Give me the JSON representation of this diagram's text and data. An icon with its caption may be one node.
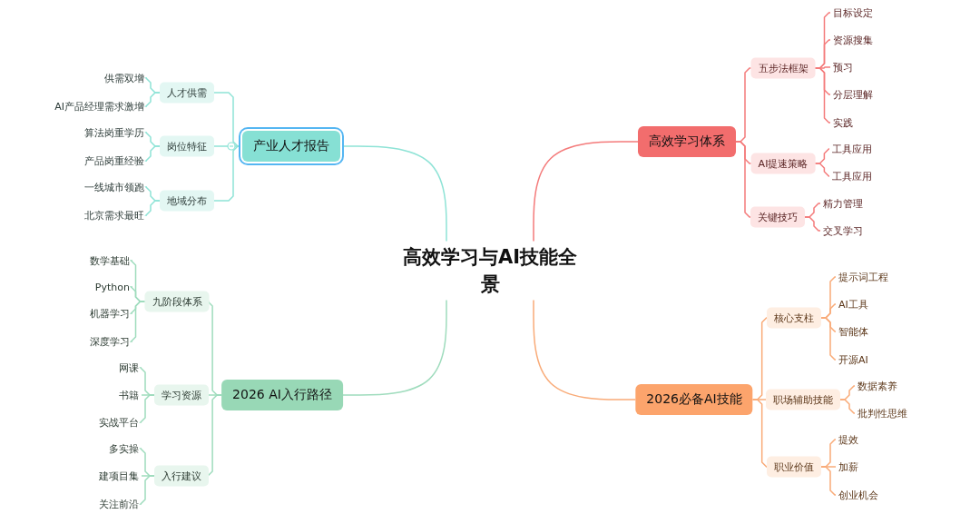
{
  "diagram": {
    "nodes": [
      {
        "text": [
          "高效学习与AI技能全景"
        ]
      },
      {
        "text": [
          "产业人才报告"
        ]
      },
      {
        "text": [
          "人才供需"
        ]
      },
      {
        "text": [
          "供需双增"
        ]
      },
      {
        "text": [
          "AI产品经理需求激增"
        ]
      },
      {
        "text": [
          "岗位特征"
        ]
      },
      {
        "text": [
          "算法岗重学历"
        ]
      },
      {
        "text": [
          "产品岗重经验"
        ]
      },
      {
        "text": [
          "地域分布"
        ]
      },
      {
        "text": [
          "一线城市领跑"
        ]
      },
      {
        "text": [
          "北京需求最旺"
        ]
      },
      {
        "text": [
          "2026 AI入行路径"
        ]
      },
      {
        "text": [
          "九阶段体系"
        ]
      },
      {
        "text": [
          "数学基础"
        ]
      },
      {
        "text": [
          "Python"
        ]
      },
      {
        "text": [
          "机器学习"
        ]
      },
      {
        "text": [
          "深度学习"
        ]
      },
      {
        "text": [
          "学习资源"
        ]
      },
      {
        "text": [
          "网课"
        ]
      },
      {
        "text": [
          "书籍"
        ]
      },
      {
        "text": [
          "实战平台"
        ]
      },
      {
        "text": [
          "入行建议"
        ]
      },
      {
        "text": [
          "多实操"
        ]
      },
      {
        "text": [
          "建项目集"
        ]
      },
      {
        "text": [
          "关注前沿"
        ]
      },
      {
        "text": [
          "高效学习体系"
        ]
      },
      {
        "text": [
          "五步法框架"
        ]
      },
      {
        "text": [
          "目标设定"
        ]
      },
      {
        "text": [
          "资源搜集"
        ]
      },
      {
        "text": [
          "预习"
        ]
      },
      {
        "text": [
          "分层理解"
        ]
      },
      {
        "text": [
          "实践"
        ]
      },
      {
        "text": [
          "AI提速策略"
        ]
      },
      {
        "text": [
          "工具应用"
        ]
      },
      {
        "text": [
          "工具应用"
        ]
      },
      {
        "text": [
          "关键技巧"
        ]
      },
      {
        "text": [
          "精力管理"
        ]
      },
      {
        "text": [
          "交叉学习"
        ]
      },
      {
        "text": [
          "2026必备AI技能"
        ]
      },
      {
        "text": [
          "核心支柱"
        ]
      },
      {
        "text": [
          "提示词工程"
        ]
      },
      {
        "text": [
          "AI工具"
        ]
      },
      {
        "text": [
          "智能体"
        ]
      },
      {
        "text": [
          "开源AI"
        ]
      },
      {
        "text": [
          "职场辅助技能"
        ]
      },
      {
        "text": [
          "数据素养"
        ]
      },
      {
        "text": [
          "批判性思维"
        ]
      },
      {
        "text": [
          "职业价值"
        ]
      },
      {
        "text": [
          "提效"
        ]
      },
      {
        "text": [
          "加薪"
        ]
      },
      {
        "text": [
          "创业机会"
        ]
      }
    ],
    "edges": [
      {
        "from": 0,
        "to": 1,
        "arrow": "none",
        "color": "#8ee3d6"
      },
      {
        "from": 0,
        "to": 11,
        "arrow": "none",
        "color": "#9fdcbd"
      },
      {
        "from": 0,
        "to": 25,
        "arrow": "none",
        "color": "#f47b7b"
      },
      {
        "from": 0,
        "to": 38,
        "arrow": "none",
        "color": "#f9ab78"
      },
      {
        "from": 1,
        "to": 2,
        "arrow": "none",
        "color": "#8ee3d6"
      },
      {
        "from": 2,
        "to": 3,
        "arrow": "none",
        "color": "#8ee3d6"
      },
      {
        "from": 2,
        "to": 4,
        "arrow": "none",
        "color": "#8ee3d6"
      },
      {
        "from": 1,
        "to": 5,
        "arrow": "none",
        "color": "#8ee3d6"
      },
      {
        "from": 5,
        "to": 6,
        "arrow": "none",
        "color": "#8ee3d6"
      },
      {
        "from": 5,
        "to": 7,
        "arrow": "none",
        "color": "#8ee3d6"
      },
      {
        "from": 1,
        "to": 8,
        "arrow": "none",
        "color": "#8ee3d6"
      },
      {
        "from": 8,
        "to": 9,
        "arrow": "none",
        "color": "#8ee3d6"
      },
      {
        "from": 8,
        "to": 10,
        "arrow": "none",
        "color": "#8ee3d6"
      },
      {
        "from": 11,
        "to": 12,
        "arrow": "none",
        "color": "#9fdcbd"
      },
      {
        "from": 12,
        "to": 13,
        "arrow": "none",
        "color": "#9fdcbd"
      },
      {
        "from": 12,
        "to": 14,
        "arrow": "none",
        "color": "#9fdcbd"
      },
      {
        "from": 12,
        "to": 15,
        "arrow": "none",
        "color": "#9fdcbd"
      },
      {
        "from": 12,
        "to": 16,
        "arrow": "none",
        "color": "#9fdcbd"
      },
      {
        "from": 11,
        "to": 17,
        "arrow": "none",
        "color": "#9fdcbd"
      },
      {
        "from": 17,
        "to": 18,
        "arrow": "none",
        "color": "#9fdcbd"
      },
      {
        "from": 17,
        "to": 19,
        "arrow": "none",
        "color": "#9fdcbd"
      },
      {
        "from": 17,
        "to": 20,
        "arrow": "none",
        "color": "#9fdcbd"
      },
      {
        "from": 11,
        "to": 21,
        "arrow": "none",
        "color": "#9fdcbd"
      },
      {
        "from": 21,
        "to": 22,
        "arrow": "none",
        "color": "#9fdcbd"
      },
      {
        "from": 21,
        "to": 23,
        "arrow": "none",
        "color": "#9fdcbd"
      },
      {
        "from": 21,
        "to": 24,
        "arrow": "none",
        "color": "#9fdcbd"
      },
      {
        "from": 25,
        "to": 26,
        "arrow": "none",
        "color": "#f47b7b"
      },
      {
        "from": 26,
        "to": 27,
        "arrow": "none",
        "color": "#f47b7b"
      },
      {
        "from": 26,
        "to": 28,
        "arrow": "none",
        "color": "#f47b7b"
      },
      {
        "from": 26,
        "to": 29,
        "arrow": "none",
        "color": "#f47b7b"
      },
      {
        "from": 26,
        "to": 30,
        "arrow": "none",
        "color": "#f47b7b"
      },
      {
        "from": 26,
        "to": 31,
        "arrow": "none",
        "color": "#f47b7b"
      },
      {
        "from": 25,
        "to": 32,
        "arrow": "none",
        "color": "#f47b7b"
      },
      {
        "from": 32,
        "to": 33,
        "arrow": "none",
        "color": "#f47b7b"
      },
      {
        "from": 32,
        "to": 34,
        "arrow": "none",
        "color": "#f47b7b"
      },
      {
        "from": 25,
        "to": 35,
        "arrow": "none",
        "color": "#f47b7b"
      },
      {
        "from": 35,
        "to": 36,
        "arrow": "none",
        "color": "#f47b7b"
      },
      {
        "from": 35,
        "to": 37,
        "arrow": "none",
        "color": "#f47b7b"
      },
      {
        "from": 38,
        "to": 39,
        "arrow": "none",
        "color": "#f9ab78"
      },
      {
        "from": 39,
        "to": 40,
        "arrow": "none",
        "color": "#f9ab78"
      },
      {
        "from": 39,
        "to": 41,
        "arrow": "none",
        "color": "#f9ab78"
      },
      {
        "from": 39,
        "to": 42,
        "arrow": "none",
        "color": "#f9ab78"
      },
      {
        "from": 39,
        "to": 43,
        "arrow": "none",
        "color": "#f9ab78"
      },
      {
        "from": 38,
        "to": 44,
        "arrow": "none",
        "color": "#f9ab78"
      },
      {
        "from": 44,
        "to": 45,
        "arrow": "none",
        "color": "#f9ab78"
      },
      {
        "from": 44,
        "to": 46,
        "arrow": "none",
        "color": "#f9ab78"
      },
      {
        "from": 38,
        "to": 47,
        "arrow": "none",
        "color": "#f9ab78"
      },
      {
        "from": 47,
        "to": 48,
        "arrow": "none",
        "color": "#f9ab78"
      },
      {
        "from": 47,
        "to": 49,
        "arrow": "none",
        "color": "#f9ab78"
      },
      {
        "from": 47,
        "to": 50,
        "arrow": "none",
        "color": "#f9ab78"
      }
    ]
  }
}
